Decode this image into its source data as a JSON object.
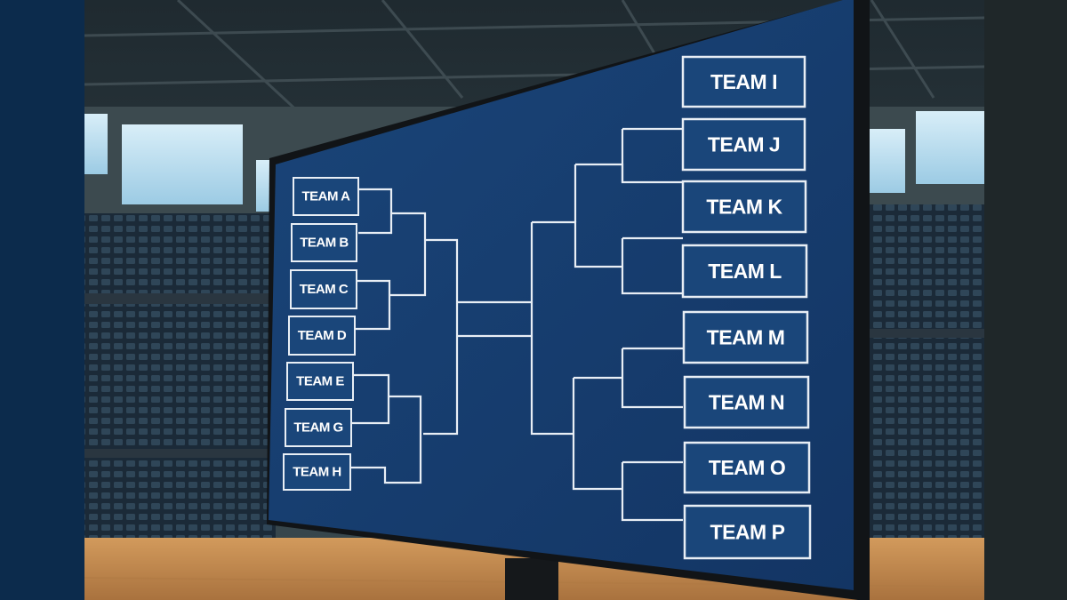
{
  "bracket": {
    "left_teams": [
      {
        "label": "TEAM A"
      },
      {
        "label": "TEAM B"
      },
      {
        "label": "TEAM C"
      },
      {
        "label": "TEAM D"
      },
      {
        "label": "TEAM E"
      },
      {
        "label": "TEAM G"
      },
      {
        "label": "TEAM H"
      }
    ],
    "right_teams": [
      {
        "label": "TEAM I"
      },
      {
        "label": "TEAM J"
      },
      {
        "label": "TEAM K"
      },
      {
        "label": "TEAM L"
      },
      {
        "label": "TEAM M"
      },
      {
        "label": "TEAM N"
      },
      {
        "label": "TEAM O"
      },
      {
        "label": "TEAM P"
      }
    ]
  },
  "colors": {
    "screen": "#173f70",
    "frame": "#111417",
    "line": "#e8eef5",
    "box_fill": "#1a467a",
    "floor": "#c08a4e",
    "arena_dark": "#1c2c3c"
  }
}
